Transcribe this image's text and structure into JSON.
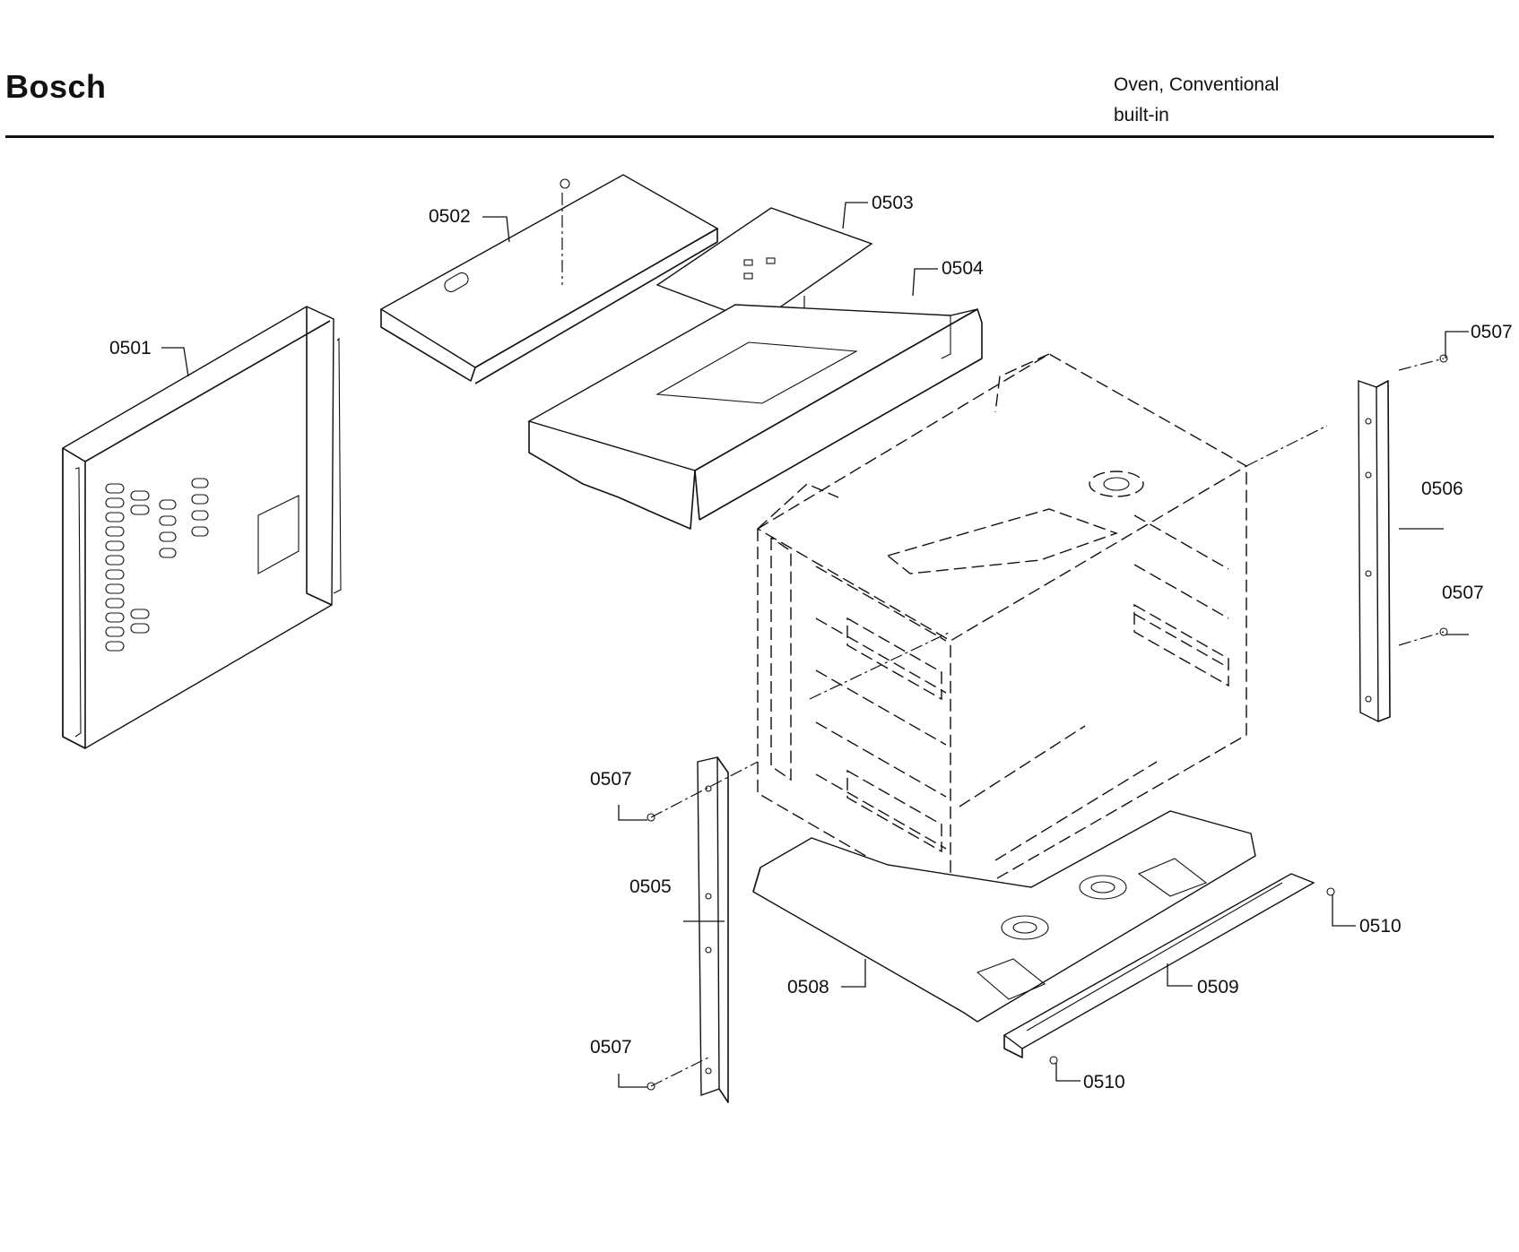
{
  "header": {
    "brand": "Bosch",
    "product_line1": "Oven, Conventional",
    "product_line2": "built-in"
  },
  "parts": [
    {
      "id": "p0501",
      "label": "0501"
    },
    {
      "id": "p0502",
      "label": "0502"
    },
    {
      "id": "p0503",
      "label": "0503"
    },
    {
      "id": "p0504",
      "label": "0504"
    },
    {
      "id": "p0505",
      "label": "0505"
    },
    {
      "id": "p0506",
      "label": "0506"
    },
    {
      "id": "p0507a",
      "label": "0507"
    },
    {
      "id": "p0507b",
      "label": "0507"
    },
    {
      "id": "p0507c",
      "label": "0507"
    },
    {
      "id": "p0507d",
      "label": "0507"
    },
    {
      "id": "p0508",
      "label": "0508"
    },
    {
      "id": "p0509",
      "label": "0509"
    },
    {
      "id": "p0510a",
      "label": "0510"
    },
    {
      "id": "p0510b",
      "label": "0510"
    }
  ]
}
